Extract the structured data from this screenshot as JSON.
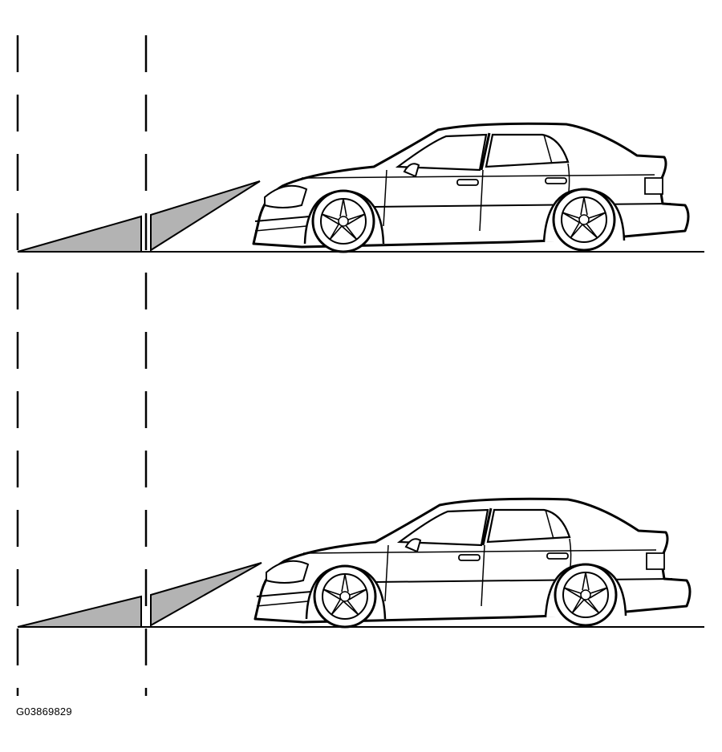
{
  "figure": {
    "id_label": "G03869829"
  },
  "colors": {
    "line": "#000000",
    "beam_fill": "#b3b3b3",
    "background": "#ffffff",
    "car_body": "#ffffff"
  },
  "panels": [
    {
      "name": "upper-car-headlight-beam"
    },
    {
      "name": "lower-car-headlight-beam"
    }
  ]
}
